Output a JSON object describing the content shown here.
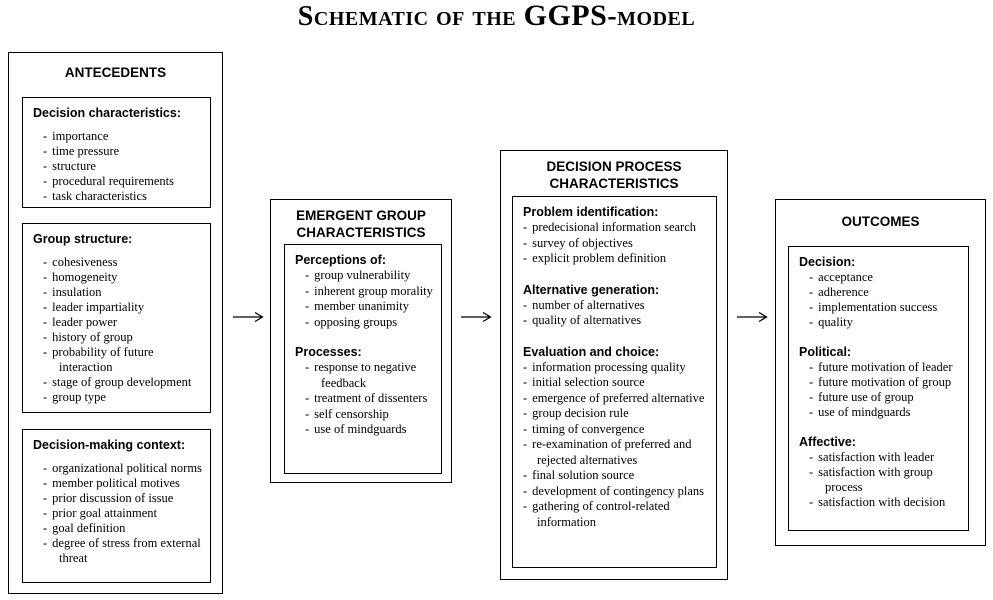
{
  "title": {
    "prefix": "Schematic of the ",
    "acronym": "GGPS",
    "suffix": "-model"
  },
  "colors": {
    "ink": "#000000",
    "background": "#ffffff"
  },
  "icons": {
    "flow_arrow": "right-arrow-icon"
  },
  "boxes": [
    {
      "title": "ANTECEDENTS",
      "sections": [
        {
          "header": "Decision characteristics:",
          "items": [
            "importance",
            "time pressure",
            "structure",
            "procedural requirements",
            "task characteristics"
          ]
        },
        {
          "header": "Group structure:",
          "items": [
            "cohesiveness",
            "homogeneity",
            "insulation",
            "leader impartiality",
            "leader power",
            "history of group",
            "probability of future interaction",
            "stage of group development",
            "group type"
          ]
        },
        {
          "header": "Decision-making context:",
          "items": [
            "organizational political norms",
            "member political motives",
            "prior discussion of issue",
            "prior goal attainment",
            "goal definition",
            "degree of stress from external threat"
          ]
        }
      ]
    },
    {
      "title": "EMERGENT GROUP CHARACTERISTICS",
      "sections": [
        {
          "header": "Perceptions of:",
          "items": [
            "group vulnerability",
            "inherent group morality",
            "member unanimity",
            "opposing groups"
          ]
        },
        {
          "header": "Processes:",
          "items": [
            "response to negative feedback",
            "treatment of dissenters",
            "self censorship",
            "use of mindguards"
          ]
        }
      ]
    },
    {
      "title": "DECISION PROCESS CHARACTERISTICS",
      "sections": [
        {
          "header": "Problem identification:",
          "items": [
            "predecisional information search",
            "survey of objectives",
            "explicit problem definition"
          ]
        },
        {
          "header": "Alternative generation:",
          "items": [
            "number of alternatives",
            "quality of alternatives"
          ]
        },
        {
          "header": "Evaluation and choice:",
          "items": [
            "information processing quality",
            "initial selection source",
            "emergence of preferred alternative",
            "group decision rule",
            "timing of convergence",
            "re-examination of preferred and rejected alternatives",
            "final solution source",
            "development of contingency plans",
            "gathering of control-related information"
          ]
        }
      ]
    },
    {
      "title": "OUTCOMES",
      "sections": [
        {
          "header": "Decision:",
          "items": [
            "acceptance",
            "adherence",
            "implementation success",
            "quality"
          ]
        },
        {
          "header": "Political:",
          "items": [
            "future motivation of leader",
            "future motivation of group",
            "future use of group",
            "use of mindguards"
          ]
        },
        {
          "header": "Affective:",
          "items": [
            "satisfaction with leader",
            "satisfaction with group process",
            "satisfaction with decision"
          ]
        }
      ]
    }
  ]
}
